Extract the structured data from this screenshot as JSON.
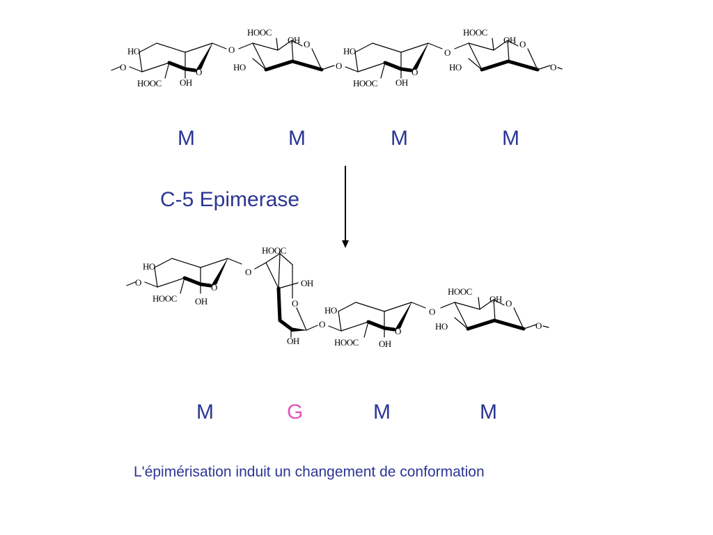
{
  "top_chain": {
    "residues": [
      "M",
      "M",
      "M",
      "M"
    ],
    "label_colors": [
      "#2b3594",
      "#2b3594",
      "#2b3594",
      "#2b3594"
    ]
  },
  "reaction": {
    "enzyme_label": "C-5 Epimerase"
  },
  "bottom_chain": {
    "residues": [
      "M",
      "G",
      "M",
      "M"
    ],
    "label_colors": [
      "#2b3594",
      "#e055b8",
      "#2b3594",
      "#2b3594"
    ]
  },
  "atoms": {
    "HO": "HO",
    "HOOC": "HOOC",
    "OH": "OH",
    "O": "O"
  },
  "caption": "L'épimérisation induit un changement de conformation",
  "colors": {
    "text_blue": "#2b3594",
    "guluronate_pink": "#e055b8"
  }
}
